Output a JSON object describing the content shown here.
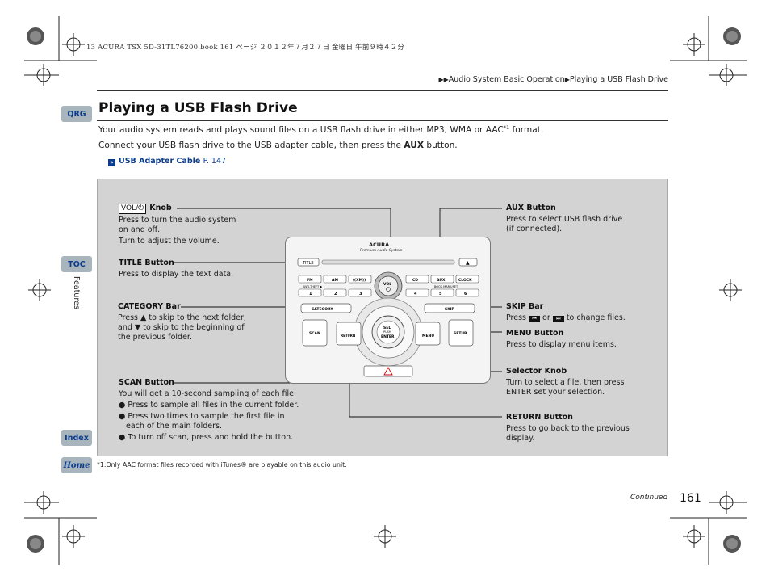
{
  "print_header": "13 ACURA TSX 5D-31TL76200.book  161 ページ  ２０１２年７月２７日  金曜日  午前９時４２分",
  "breadcrumb": {
    "section": "Audio System Basic Operation",
    "page": "Playing a USB Flash Drive"
  },
  "side_tabs": {
    "qrg": "QRG",
    "toc": "TOC",
    "features": "Features",
    "index": "Index",
    "home": "Home"
  },
  "title": "Playing a USB Flash Drive",
  "intro": {
    "line1_before": "Your audio system reads and plays sound files on a USB flash drive in either MP3, WMA or AAC",
    "line1_sup": "*1",
    "line1_after": " format.",
    "line2_before": "Connect your USB flash drive to the USB adapter cable, then press the ",
    "line2_bold": "AUX",
    "line2_after": " button."
  },
  "xref": {
    "label": "USB Adapter Cable",
    "page": "P. 147"
  },
  "callouts": {
    "vol_knob": {
      "box": "VOL/⏻",
      "heading": "Knob",
      "lines": [
        "Press to turn the audio system",
        "on and off.",
        "Turn to adjust the volume."
      ]
    },
    "title_button": {
      "heading": "TITLE Button",
      "lines": [
        "Press to display the text data."
      ]
    },
    "category_bar": {
      "heading": "CATEGORY Bar",
      "line1_before": "Press ",
      "line1_glyph": "▲",
      "line1_after": " to skip to the next folder,",
      "line2_before": "and ",
      "line2_glyph": "▼",
      "line2_after": " to skip to the beginning of",
      "line3": "the previous folder."
    },
    "scan_button": {
      "heading": "SCAN Button",
      "intro": "You will get a 10-second sampling of each file.",
      "bullets": [
        "Press to sample all files in the current folder.",
        "Press two times to sample the first file in each of the main folders.",
        "To turn off scan, press and hold the button."
      ],
      "bullet2_line1": "Press two times to sample the first file in",
      "bullet2_line2": "each of the main folders."
    },
    "aux_button": {
      "heading": "AUX Button",
      "lines": [
        "Press to select USB flash drive",
        "(if connected)."
      ]
    },
    "skip_bar": {
      "heading": "SKIP Bar",
      "before": "Press ",
      "glyph_prev": "⏮",
      "or": " or ",
      "glyph_next": "⏭",
      "after": " to change files."
    },
    "menu_button": {
      "heading": "MENU Button",
      "lines": [
        "Press to display menu items."
      ]
    },
    "selector_knob": {
      "heading": "Selector Knob",
      "lines": [
        "Turn to select a file, then press",
        "ENTER set your selection."
      ]
    },
    "return_button": {
      "heading": "RETURN Button",
      "lines": [
        "Press to go back to the previous",
        "display."
      ]
    }
  },
  "unit_labels": {
    "brand": "ACURA",
    "subtitle": "Premium Audio System",
    "title": "TITLE",
    "fm": "FM",
    "am": "AM",
    "xm": "((XM))",
    "cd": "CD",
    "aux": "AUX",
    "clock": "CLOCK",
    "presets": [
      "1",
      "2",
      "3",
      "4",
      "5",
      "6"
    ],
    "vol": "VOL",
    "category": "CATEGORY",
    "skip": "SKIP",
    "scan": "SCAN",
    "return": "RETURN",
    "sel": "SEL",
    "push": "PUSH",
    "enter": "ENTER",
    "menu": "MENU",
    "setup": "SETUP",
    "eject": "▲",
    "aux_ptr": "ANTI-THEFT ◆",
    "book_label": "BOOK MARK/SET"
  },
  "footnote": "*1:Only AAC format files recorded with iTunes® are playable on this audio unit.",
  "continued": "Continued",
  "page_number": "161"
}
